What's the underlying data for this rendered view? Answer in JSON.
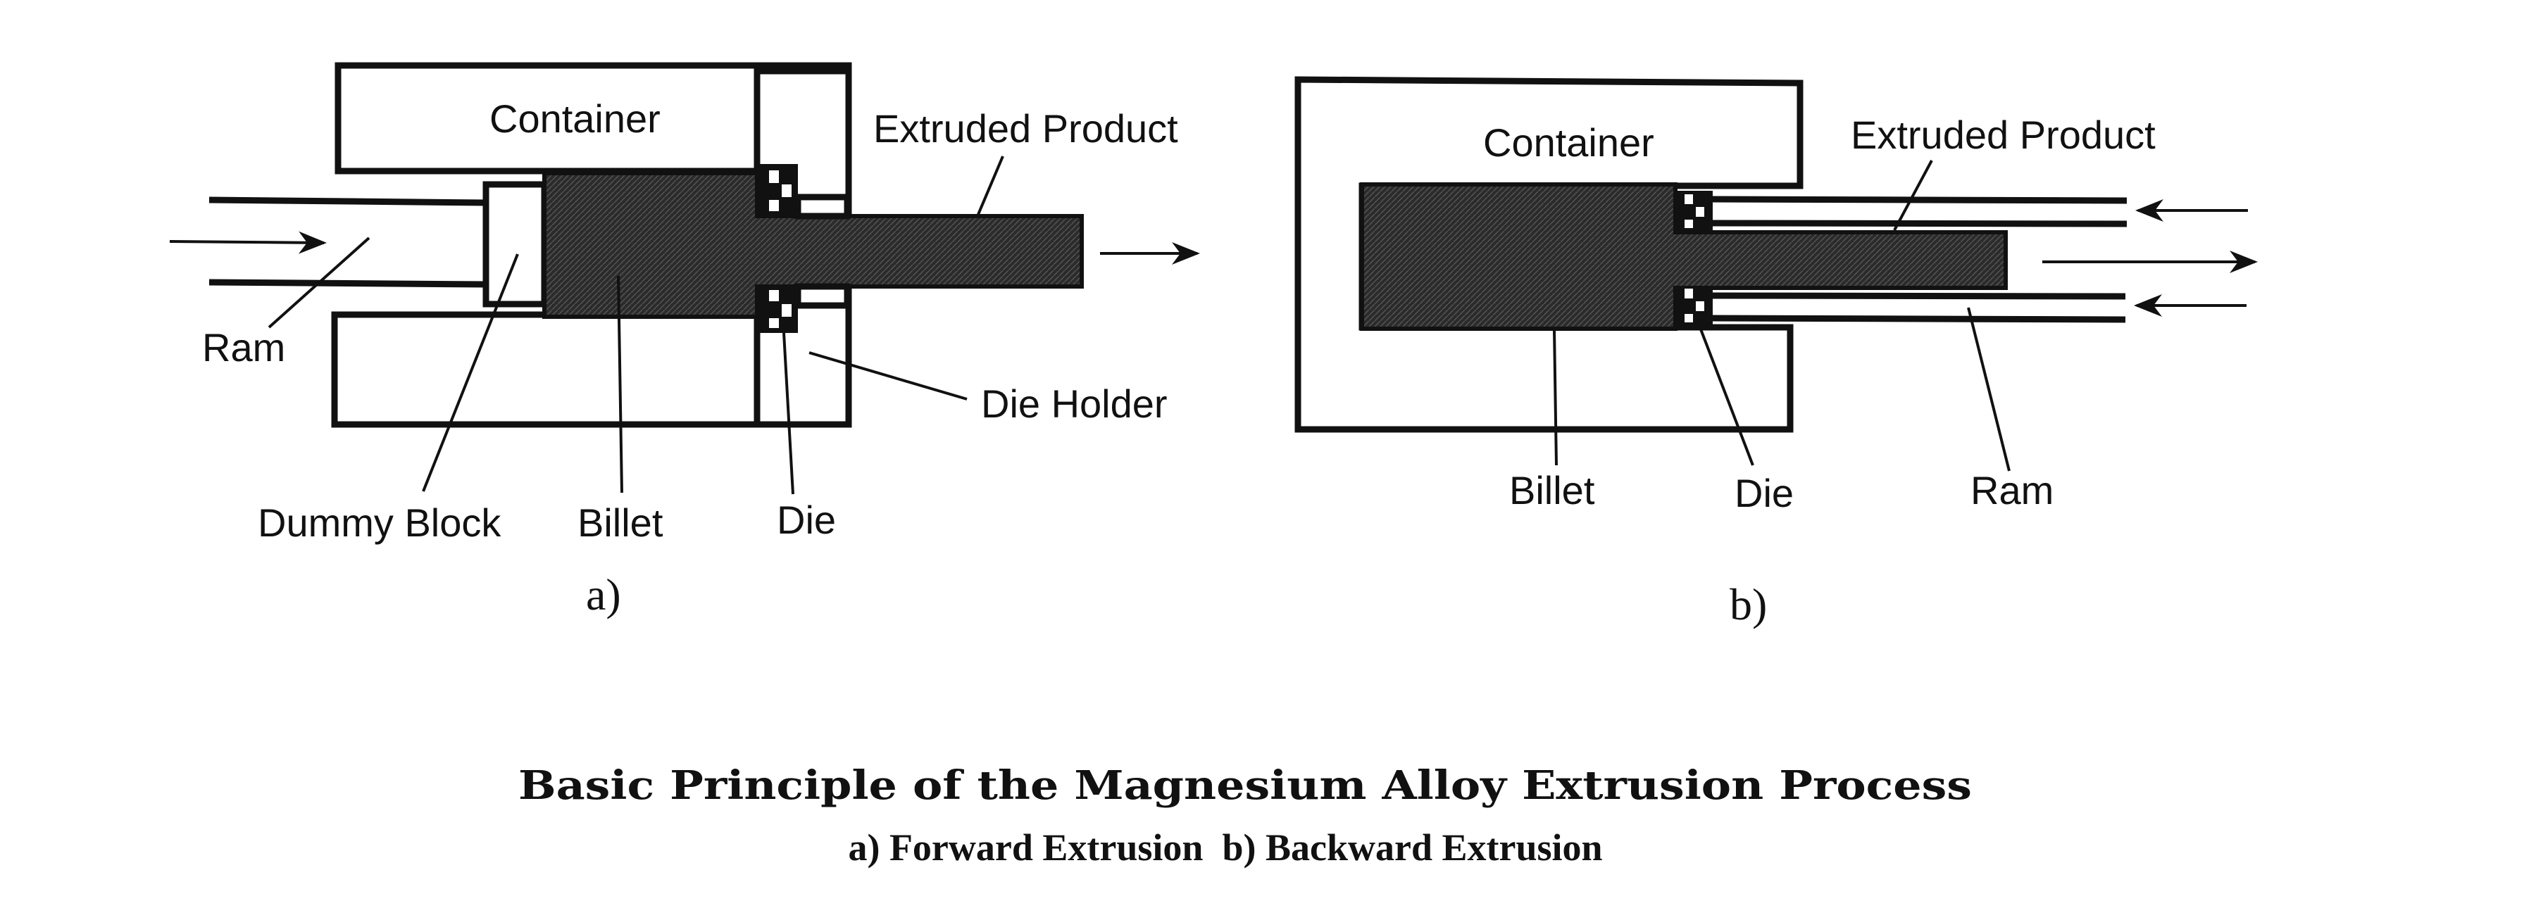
{
  "figure_a": {
    "caption": "a)",
    "labels": {
      "container": "Container",
      "extruded_product": "Extruded Product",
      "ram": "Ram",
      "die_holder": "Die Holder",
      "dummy_block": "Dummy Block",
      "billet": "Billet",
      "die": "Die"
    }
  },
  "figure_b": {
    "caption": "b)",
    "labels": {
      "container": "Container",
      "extruded_product": "Extruded Product",
      "billet": "Billet",
      "die": "Die",
      "ram": "Ram"
    }
  },
  "title": "Basic Principle of the Magnesium Alloy Extrusion Process",
  "subtitle": "a) Forward Extrusion  b) Backward Extrusion"
}
